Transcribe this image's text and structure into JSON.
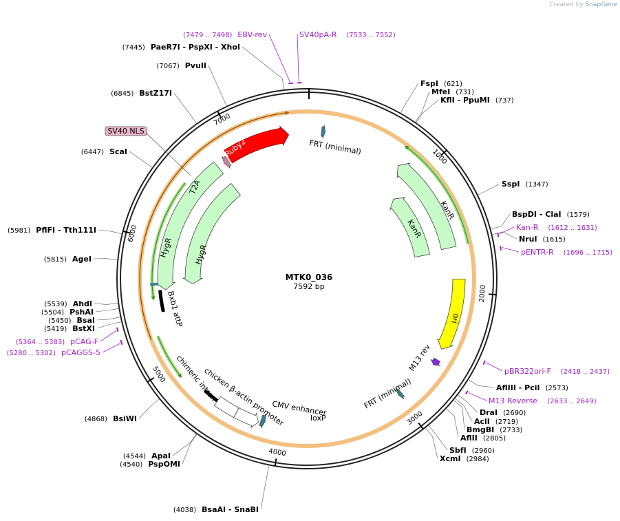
{
  "credit": {
    "prefix": "Created by",
    "brand": "SnapGene"
  },
  "plasmid": {
    "name": "MTK0_036",
    "length_label": "7592 bp",
    "length": 7592
  },
  "ticks": [
    "1000",
    "2000",
    "3000",
    "4000",
    "5000",
    "6000",
    "7000"
  ],
  "enzymes": [
    {
      "name": "FspI",
      "pos": "(621)",
      "bp": 621,
      "side": "right"
    },
    {
      "name": "MfeI",
      "pos": "(731)",
      "bp": 731,
      "side": "right"
    },
    {
      "name": "KflI - PpuMI",
      "pos": "(737)",
      "bp": 737,
      "side": "right"
    },
    {
      "name": "SspI",
      "pos": "(1347)",
      "bp": 1347,
      "side": "right"
    },
    {
      "name": "BspDI - ClaI",
      "pos": "(1579)",
      "bp": 1579,
      "side": "right"
    },
    {
      "name": "NruI",
      "pos": "(1615)",
      "bp": 1615,
      "side": "right"
    },
    {
      "name": "AflIII - PciI",
      "pos": "(2573)",
      "bp": 2573,
      "side": "right"
    },
    {
      "name": "DraI",
      "pos": "(2690)",
      "bp": 2690,
      "side": "right"
    },
    {
      "name": "AclI",
      "pos": "(2719)",
      "bp": 2719,
      "side": "right"
    },
    {
      "name": "BmgBI",
      "pos": "(2733)",
      "bp": 2733,
      "side": "right"
    },
    {
      "name": "AflII",
      "pos": "(2805)",
      "bp": 2805,
      "side": "right"
    },
    {
      "name": "SbfI",
      "pos": "(2960)",
      "bp": 2960,
      "side": "right"
    },
    {
      "name": "XcmI",
      "pos": "(2984)",
      "bp": 2984,
      "side": "right"
    },
    {
      "name": "BsaAI - SnaBI",
      "pos": "(4038)",
      "bp": 4038,
      "side": "left"
    },
    {
      "name": "ApaI",
      "pos": "(4544)",
      "bp": 4544,
      "side": "left"
    },
    {
      "name": "PspOMI",
      "pos": "(4540)",
      "bp": 4540,
      "side": "left"
    },
    {
      "name": "BsiWI",
      "pos": "(4868)",
      "bp": 4868,
      "side": "left"
    },
    {
      "name": "BstXI",
      "pos": "(5419)",
      "bp": 5419,
      "side": "left"
    },
    {
      "name": "BsaI",
      "pos": "(5450)",
      "bp": 5450,
      "side": "left"
    },
    {
      "name": "PshAI",
      "pos": "(5504)",
      "bp": 5504,
      "side": "left"
    },
    {
      "name": "AhdI",
      "pos": "(5539)",
      "bp": 5539,
      "side": "left"
    },
    {
      "name": "AgeI",
      "pos": "(5815)",
      "bp": 5815,
      "side": "left"
    },
    {
      "name": "PflFI - Tth111I",
      "pos": "(5981)",
      "bp": 5981,
      "side": "left"
    },
    {
      "name": "ScaI",
      "pos": "(6447)",
      "bp": 6447,
      "side": "left"
    },
    {
      "name": "BstZ17I",
      "pos": "(6845)",
      "bp": 6845,
      "side": "left"
    },
    {
      "name": "PvuII",
      "pos": "(7067)",
      "bp": 7067,
      "side": "left"
    },
    {
      "name": "PaeR7I - PspXI - XhoI",
      "pos": "(7445)",
      "bp": 7445,
      "side": "left"
    }
  ],
  "primers": [
    {
      "name": "EBV-rev",
      "pos": "(7479 .. 7498)",
      "start": 7479,
      "end": 7498,
      "side": "left"
    },
    {
      "name": "SV40pA-R",
      "pos": "(7533 .. 7552)",
      "start": 7533,
      "end": 7552,
      "side": "right"
    },
    {
      "name": "Kan-R",
      "pos": "(1612 .. 1631)",
      "start": 1612,
      "end": 1631,
      "side": "right"
    },
    {
      "name": "pENTR-R",
      "pos": "(1696 .. 1715)",
      "start": 1696,
      "end": 1715,
      "side": "right"
    },
    {
      "name": "pBR322ori-F",
      "pos": "(2418 .. 2437)",
      "start": 2418,
      "end": 2437,
      "side": "right"
    },
    {
      "name": "M13 Reverse",
      "pos": "(2633 .. 2649)",
      "start": 2633,
      "end": 2649,
      "side": "right"
    },
    {
      "name": "pCAG-F",
      "pos": "(5364 .. 5383)",
      "start": 5364,
      "end": 5383,
      "side": "left"
    },
    {
      "name": "pCAGGS-5",
      "pos": "(5280 .. 5302)",
      "start": 5280,
      "end": 5302,
      "side": "left"
    }
  ],
  "features": {
    "mRuby2": "mRuby2",
    "T2A": "T2A",
    "SV40NLS": "SV40 NLS",
    "HygR": "HygR",
    "KanR": "KanR",
    "ori": "ori",
    "M13rev": "M13 rev",
    "FRT": "FRT (minimal)",
    "Bxb1": "Bxb1 attP",
    "chimeric": "chimeric intron",
    "chicken": "chicken β-actin promoter",
    "CMV": "CMV enhancer",
    "loxP": "loxP"
  },
  "colors": {
    "mRuby2": "#ff0000",
    "hygR": "#c7fbc7",
    "kanR": "#c7fbc7",
    "ori": "#ffff00",
    "sv40nls": "#e8b4c8",
    "t2a": "#c8859c",
    "misc": "#3a7f95",
    "primer": "#a020c8",
    "annot_green": "#3f8f1f",
    "annot_orange": "#f0b060",
    "backbone": "#222222"
  }
}
